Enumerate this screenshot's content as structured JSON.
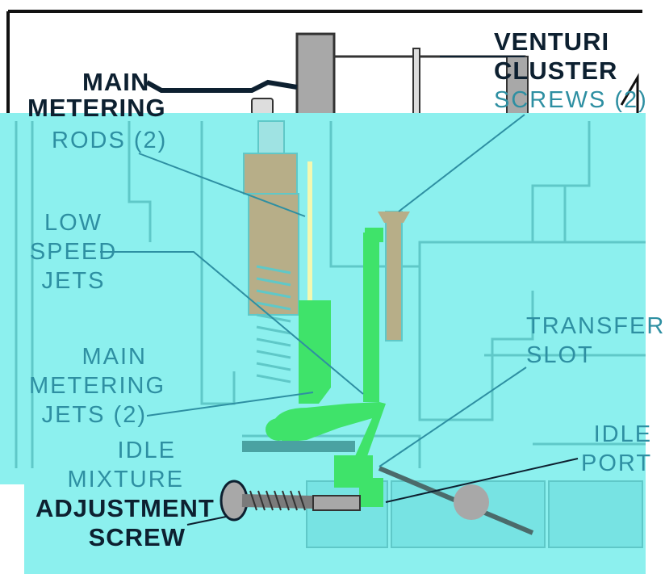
{
  "colors": {
    "paper": "#ffffff",
    "overlay_cyan": "#8cf0ee",
    "overlay_deep": "#77e3e3",
    "ink": "#0d2030",
    "light_ink": "#2e8fa2",
    "fuel_green": "#3fe36a",
    "body_tan": "#b7ae88",
    "body_gray": "#a8a8a8"
  },
  "labels": {
    "main_metering_rods": {
      "lines": [
        "MAIN",
        "METERING",
        "RODS (2)"
      ]
    },
    "venturi_cluster_screws": {
      "lines": [
        "VENTURI",
        "CLUSTER",
        "SCREWS (2)"
      ]
    },
    "low_speed_jets": {
      "lines": [
        "LOW",
        "SPEED",
        "JETS"
      ]
    },
    "transfer_slot": {
      "lines": [
        "TRANSFER",
        "SLOT"
      ]
    },
    "main_metering_jets": {
      "lines": [
        "MAIN",
        "METERING",
        "JETS (2)"
      ]
    },
    "idle_port": {
      "lines": [
        "IDLE",
        "PORT"
      ]
    },
    "idle_mixture_adjustment_screw": {
      "lines": [
        "IDLE",
        "MIXTURE",
        "ADJUSTMENT",
        "SCREW"
      ]
    }
  }
}
